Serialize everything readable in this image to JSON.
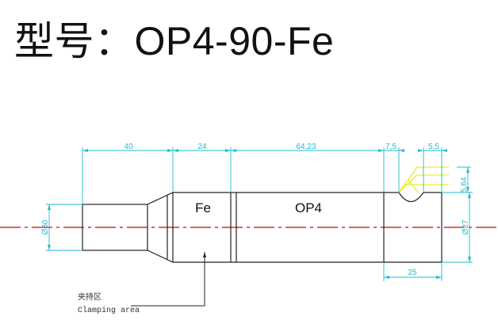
{
  "title": "型号：OP4-90-Fe",
  "drawing": {
    "material_label": "Fe",
    "part_label": "OP4",
    "dimensions": {
      "d1": "40",
      "d2": "24",
      "d3": "64,23",
      "d4": "7,5",
      "d5": "5,5",
      "d6": "5,64",
      "d7": "25",
      "dia_left": "Ø30",
      "dia_right": "Ø27"
    },
    "clamping_cn": "夹持区",
    "clamping_en": "Clamping area"
  },
  "colors": {
    "outline": "#222222",
    "dimension": "#1fbcd2",
    "centerline": "#d60000",
    "chamfer": "#e8e800"
  }
}
